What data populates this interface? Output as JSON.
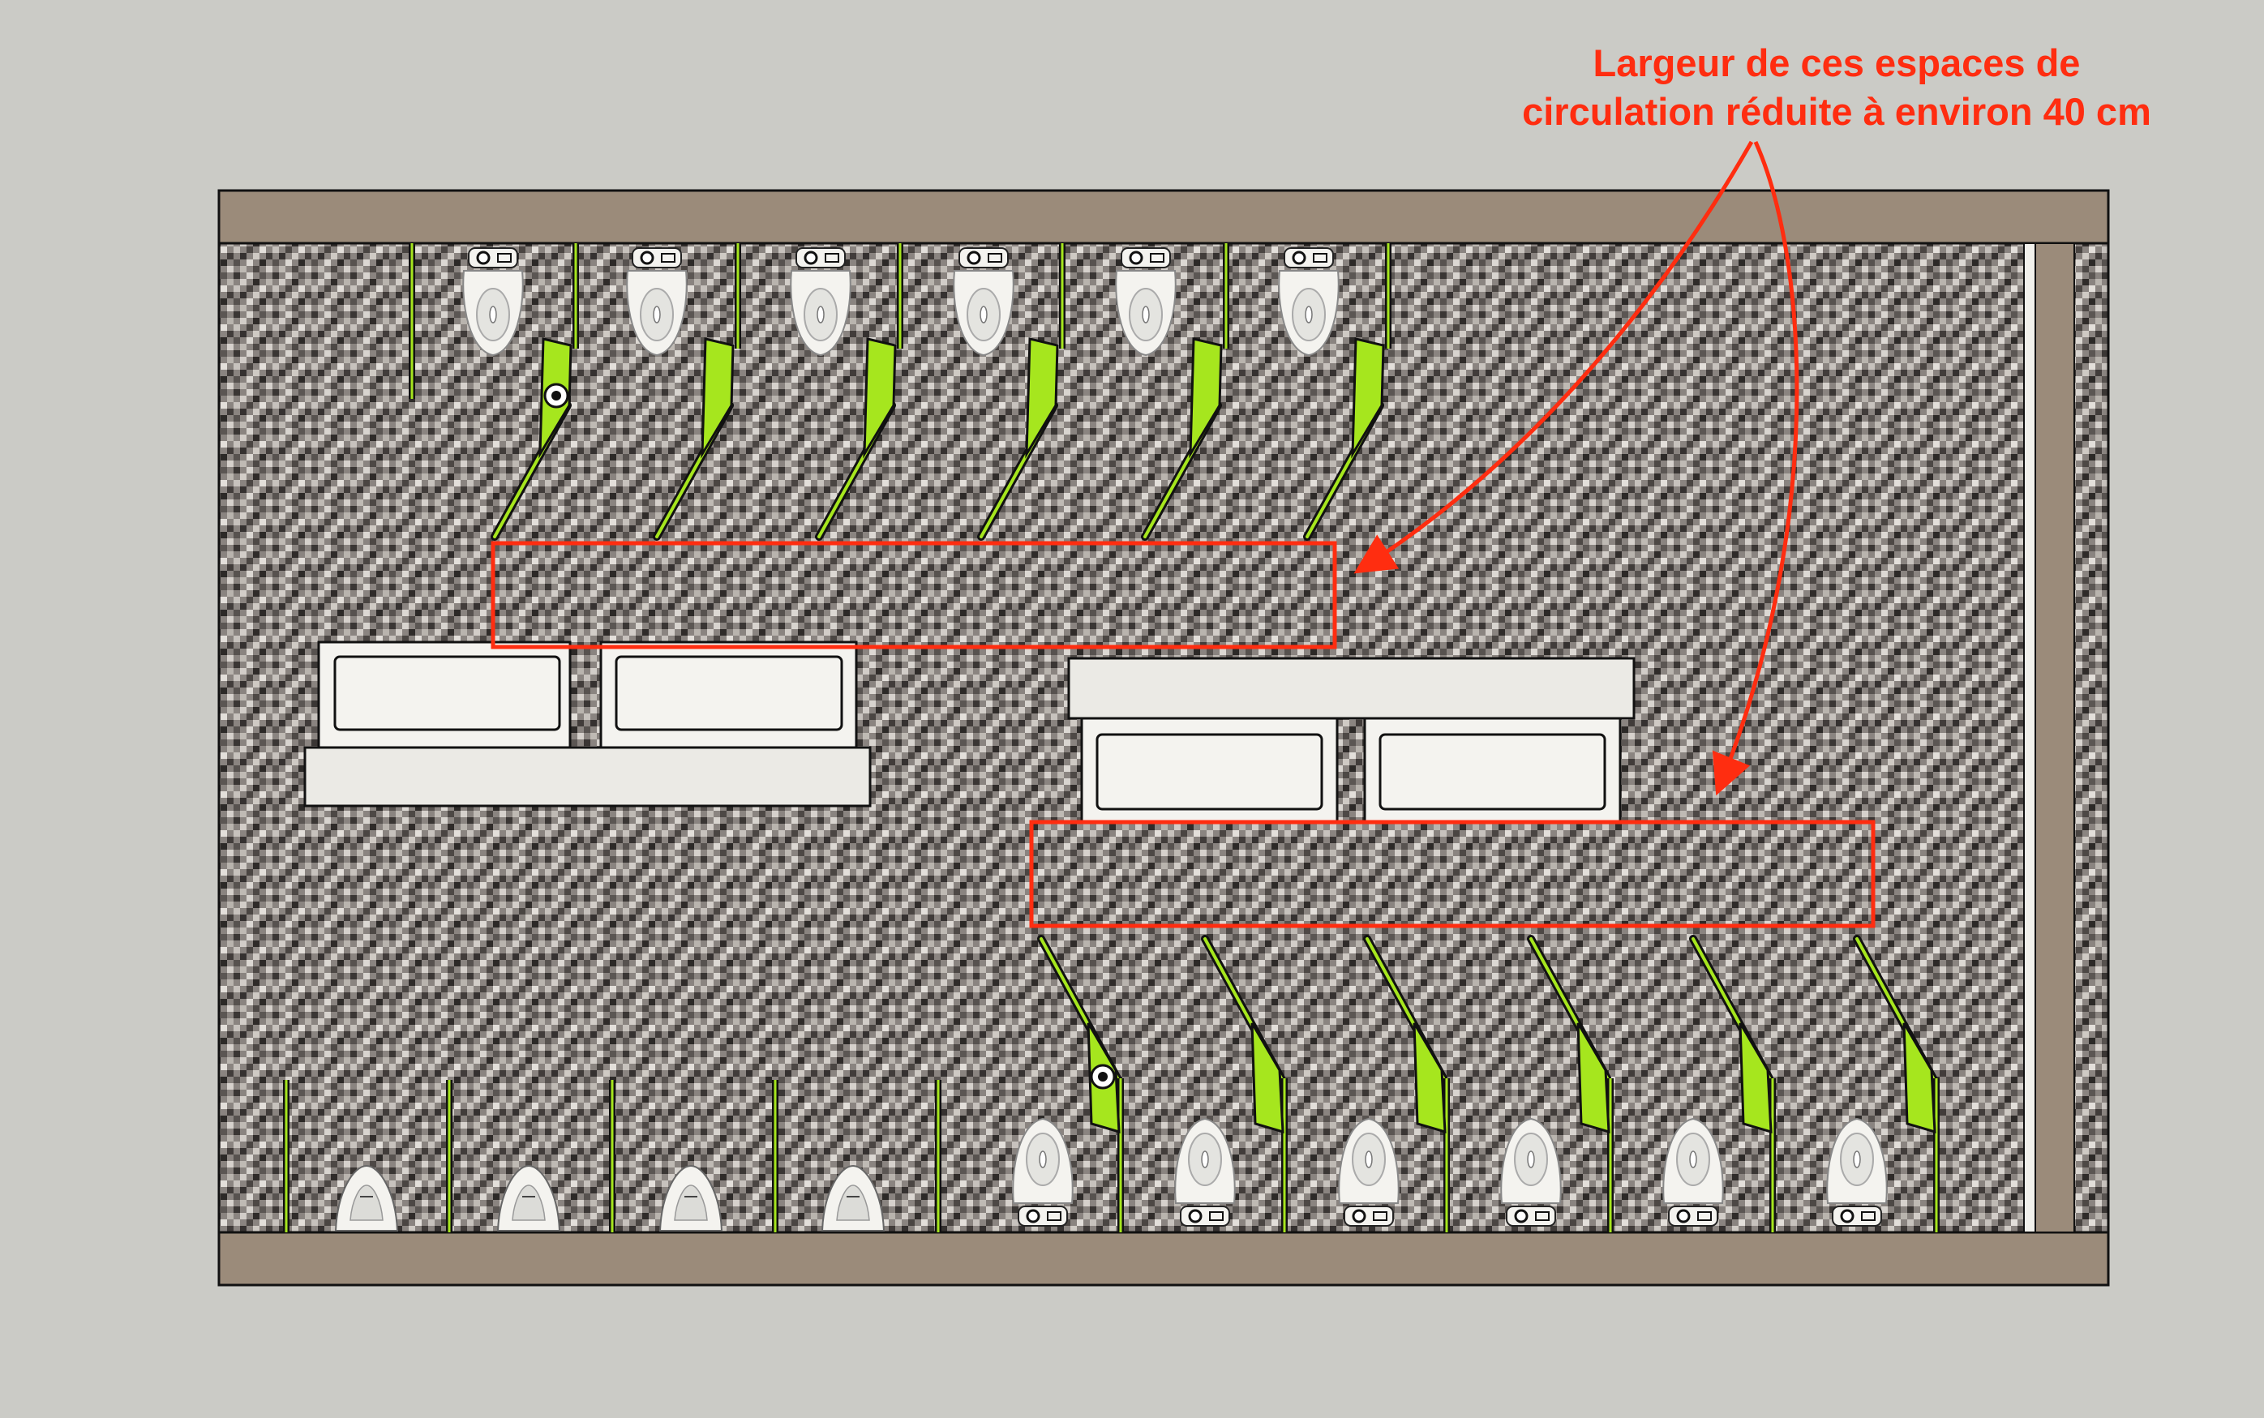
{
  "annotation": {
    "line1": "Largeur de ces espaces de",
    "line2": "circulation réduite à environ 40 cm"
  },
  "colors": {
    "background": "#cbcbc6",
    "wall": "#9b8b7a",
    "partition_door": "#a6e61e",
    "highlight": "#ff2d10",
    "fixture": "#f4f3ef"
  },
  "fixtures": {
    "top_row_toilets": 6,
    "bottom_row_toilets": 6,
    "urinals": 4,
    "sink_counters": 2
  }
}
